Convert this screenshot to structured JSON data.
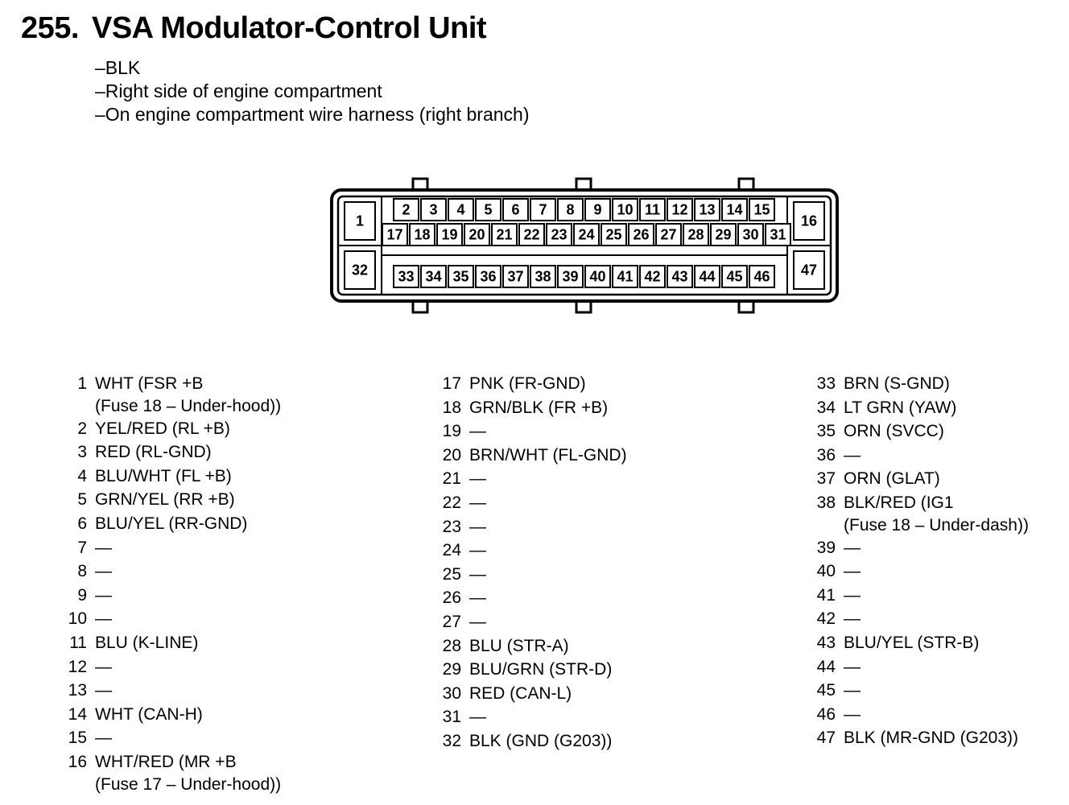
{
  "connector_number": "255.",
  "connector_name": "VSA Modulator-Control Unit",
  "notes": [
    "BLK",
    "Right side of engine compartment",
    "On engine compartment wire harness (right branch)"
  ],
  "pins": [
    {
      "num": "1",
      "desc": "WHT (FSR +B",
      "note": "(Fuse 18 – Under-hood))"
    },
    {
      "num": "2",
      "desc": "YEL/RED (RL +B)"
    },
    {
      "num": "3",
      "desc": "RED (RL-GND)"
    },
    {
      "num": "4",
      "desc": "BLU/WHT (FL +B)"
    },
    {
      "num": "5",
      "desc": "GRN/YEL (RR +B)"
    },
    {
      "num": "6",
      "desc": "BLU/YEL (RR-GND)"
    },
    {
      "num": "7",
      "desc": "—"
    },
    {
      "num": "8",
      "desc": "—"
    },
    {
      "num": "9",
      "desc": "—"
    },
    {
      "num": "10",
      "desc": "—"
    },
    {
      "num": "11",
      "desc": "BLU (K-LINE)"
    },
    {
      "num": "12",
      "desc": "—"
    },
    {
      "num": "13",
      "desc": "—"
    },
    {
      "num": "14",
      "desc": "WHT (CAN-H)"
    },
    {
      "num": "15",
      "desc": "—"
    },
    {
      "num": "16",
      "desc": "WHT/RED (MR +B",
      "note": "(Fuse 17 – Under-hood))"
    },
    {
      "num": "17",
      "desc": "PNK (FR-GND)"
    },
    {
      "num": "18",
      "desc": "GRN/BLK (FR +B)"
    },
    {
      "num": "19",
      "desc": "—"
    },
    {
      "num": "20",
      "desc": "BRN/WHT (FL-GND)"
    },
    {
      "num": "21",
      "desc": "—"
    },
    {
      "num": "22",
      "desc": "—"
    },
    {
      "num": "23",
      "desc": "—"
    },
    {
      "num": "24",
      "desc": "—"
    },
    {
      "num": "25",
      "desc": "—"
    },
    {
      "num": "26",
      "desc": "—"
    },
    {
      "num": "27",
      "desc": "—"
    },
    {
      "num": "28",
      "desc": "BLU (STR-A)"
    },
    {
      "num": "29",
      "desc": "BLU/GRN (STR-D)"
    },
    {
      "num": "30",
      "desc": "RED (CAN-L)"
    },
    {
      "num": "31",
      "desc": "—"
    },
    {
      "num": "32",
      "desc": "BLK (GND (G203))"
    },
    {
      "num": "33",
      "desc": "BRN (S-GND)"
    },
    {
      "num": "34",
      "desc": "LT GRN (YAW)"
    },
    {
      "num": "35",
      "desc": "ORN (SVCC)"
    },
    {
      "num": "36",
      "desc": "—"
    },
    {
      "num": "37",
      "desc": "ORN (GLAT)"
    },
    {
      "num": "38",
      "desc": "BLK/RED (IG1",
      "note": "(Fuse 18 – Under-dash))"
    },
    {
      "num": "39",
      "desc": "—"
    },
    {
      "num": "40",
      "desc": "—"
    },
    {
      "num": "41",
      "desc": "—"
    },
    {
      "num": "42",
      "desc": "—"
    },
    {
      "num": "43",
      "desc": "BLU/YEL (STR-B)"
    },
    {
      "num": "44",
      "desc": "—"
    },
    {
      "num": "45",
      "desc": "—"
    },
    {
      "num": "46",
      "desc": "—"
    },
    {
      "num": "47",
      "desc": "BLK (MR-GND (G203))"
    }
  ]
}
